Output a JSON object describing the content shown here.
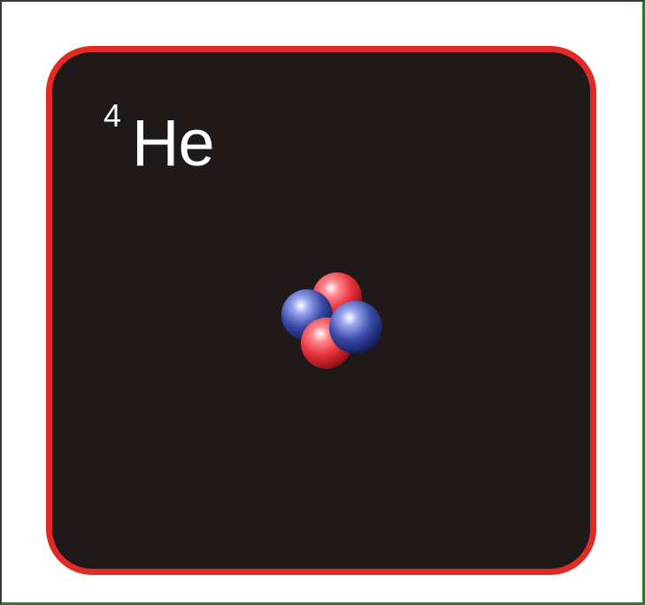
{
  "isotope": {
    "mass_number": "4",
    "element_symbol": "He"
  },
  "nucleus": {
    "particles": [
      {
        "type": "proton"
      },
      {
        "type": "neutron"
      },
      {
        "type": "neutron"
      },
      {
        "type": "proton"
      }
    ]
  },
  "colors": {
    "background": "#ffffff",
    "tile_fill": "#1f1a19",
    "tile_border": "#e02a26",
    "text": "#ffffff",
    "proton": "#e8323a",
    "neutron": "#3a4aa8"
  }
}
